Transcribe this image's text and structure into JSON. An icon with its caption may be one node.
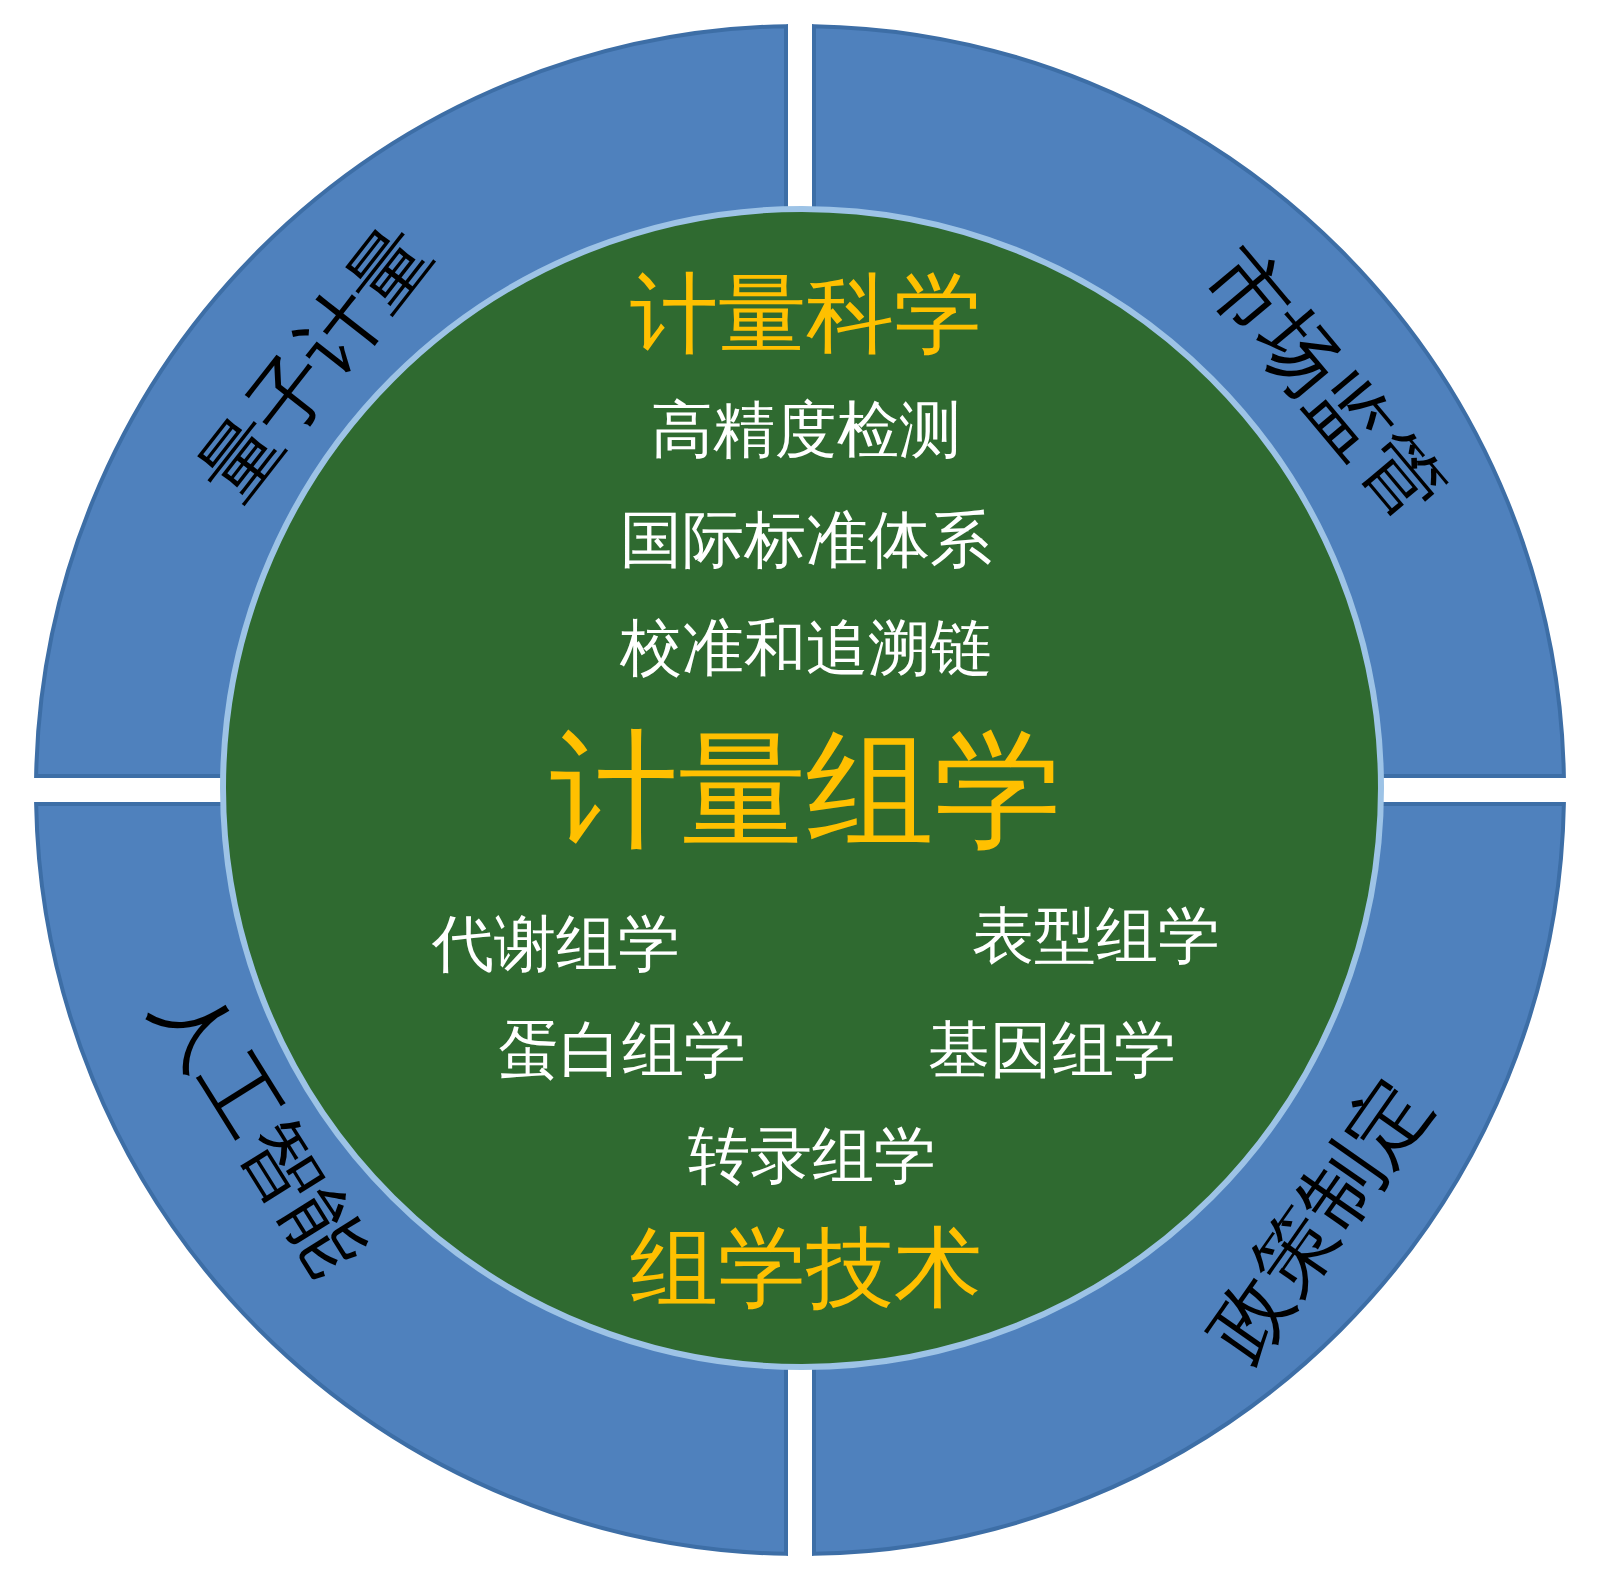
{
  "diagram": {
    "nodes": [
      {
        "text": [
          "计量科学",
          "高精度检测",
          "国际标准体系",
          "校准和追溯链",
          "计量组学",
          "代谢组学",
          "表型组学",
          "蛋白组学",
          "基因组学",
          "转录组学",
          "组学技术"
        ]
      },
      {
        "text": [
          "量子计量"
        ]
      },
      {
        "text": [
          "市场监管"
        ]
      },
      {
        "text": [
          "人工智能"
        ]
      },
      {
        "text": [
          "政策制定"
        ]
      }
    ]
  }
}
